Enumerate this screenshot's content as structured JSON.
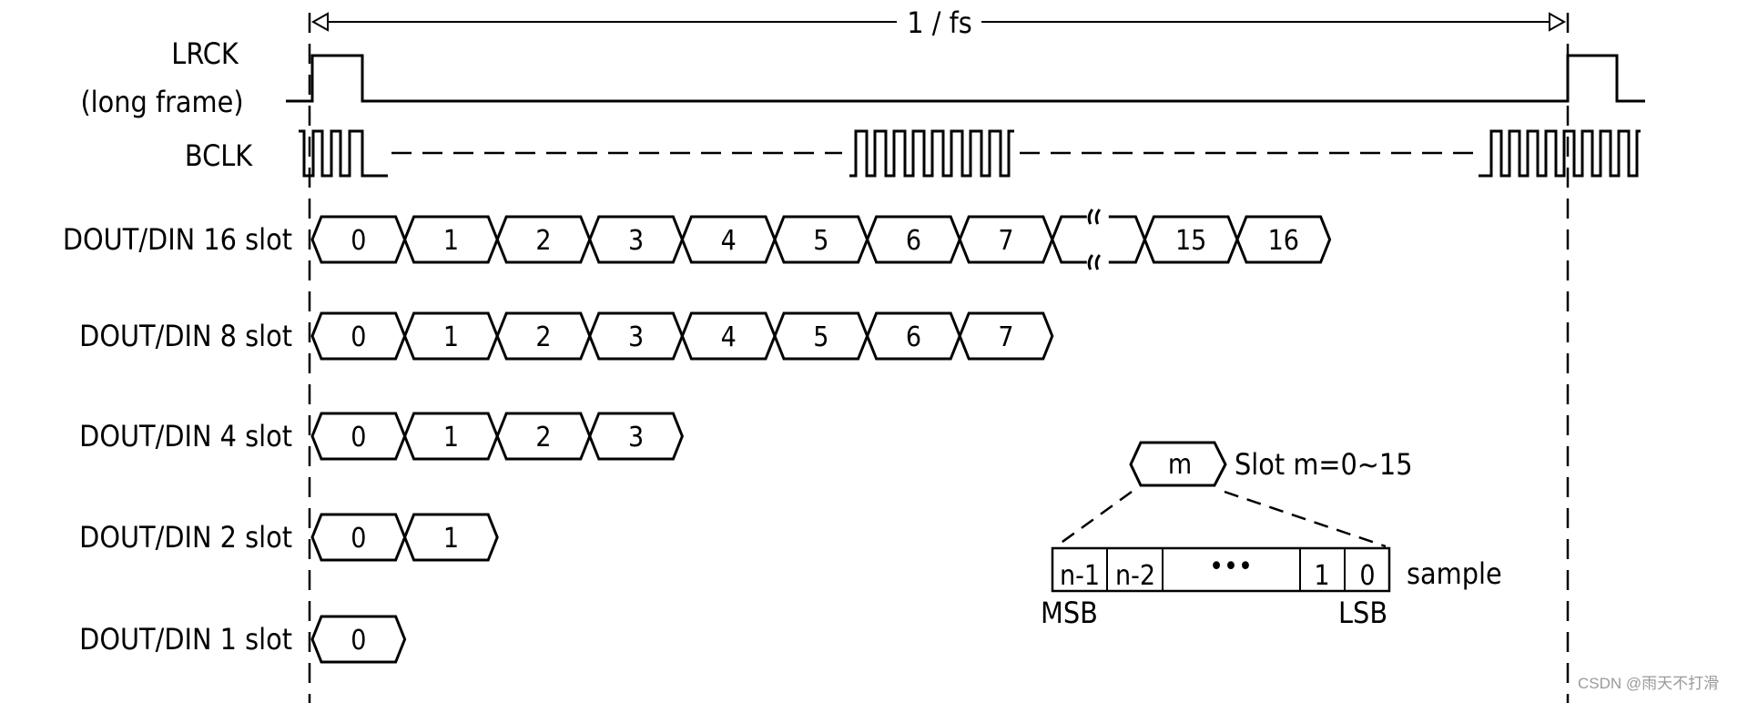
{
  "period_label": "1 / fs",
  "signals": {
    "lrck_label": "LRCK",
    "lrck_sub": "(long frame)",
    "bclk_label": "BCLK"
  },
  "rows": [
    {
      "label": "DOUT/DIN 16 slot",
      "slots": [
        "0",
        "1",
        "2",
        "3",
        "4",
        "5",
        "6",
        "7"
      ],
      "tail": [
        "15",
        "16"
      ]
    },
    {
      "label": "DOUT/DIN 8 slot",
      "slots": [
        "0",
        "1",
        "2",
        "3",
        "4",
        "5",
        "6",
        "7"
      ]
    },
    {
      "label": "DOUT/DIN 4 slot",
      "slots": [
        "0",
        "1",
        "2",
        "3"
      ]
    },
    {
      "label": "DOUT/DIN 2 slot",
      "slots": [
        "0",
        "1"
      ]
    },
    {
      "label": "DOUT/DIN 1 slot",
      "slots": [
        "0"
      ]
    }
  ],
  "legend": {
    "slot_symbol": "m",
    "slot_caption": "Slot m=0~15",
    "bits": [
      "n-1",
      "n-2",
      "•••",
      "1",
      "0"
    ],
    "sample_label": "sample",
    "msb": "MSB",
    "lsb": "LSB"
  },
  "watermark": "CSDN @雨天不打滑"
}
